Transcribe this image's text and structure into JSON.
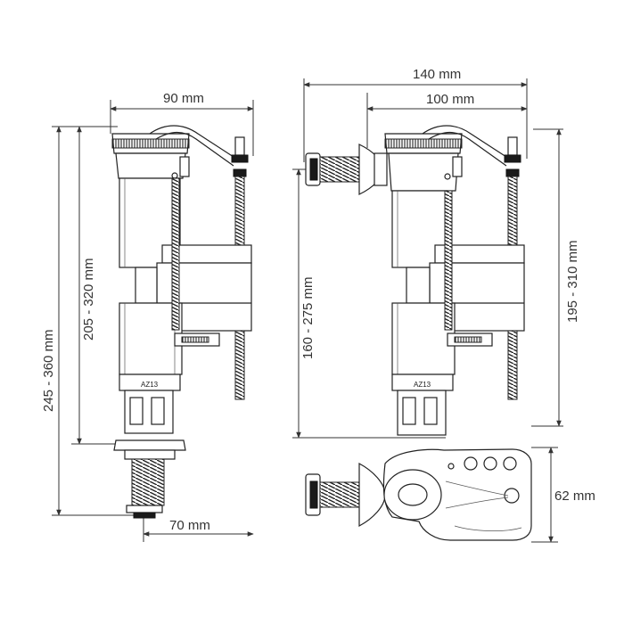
{
  "dimensions": {
    "front_width": "90 mm",
    "front_total_height": "245 - 360 mm",
    "front_float_height": "205 - 320 mm",
    "front_shank": "70 mm",
    "side_total_width": "140 mm",
    "side_body_width": "100 mm",
    "side_height_left": "160 - 275 mm",
    "side_height_right": "195 - 310 mm",
    "top_view_depth": "62 mm"
  },
  "markings": {
    "body_mark": "AZ13"
  }
}
